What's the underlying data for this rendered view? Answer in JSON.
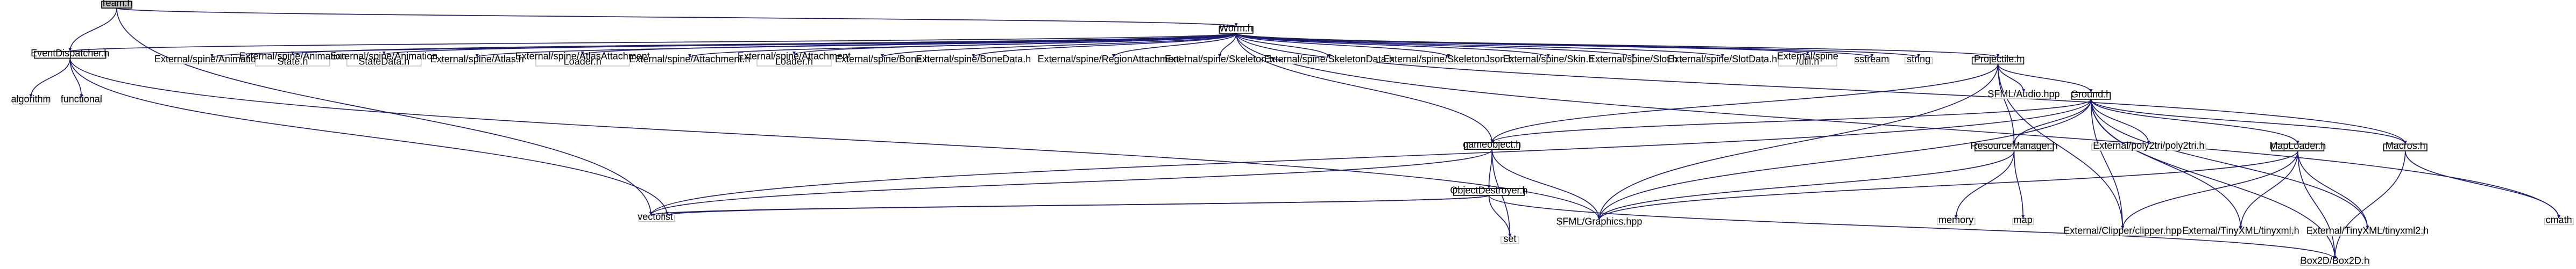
{
  "nodes": [
    {
      "id": "team_h",
      "lines": [
        "Team.h"
      ],
      "kind": "root"
    },
    {
      "id": "worm_h",
      "lines": [
        "Worm.h"
      ]
    },
    {
      "id": "eventdispatcher_h",
      "lines": [
        "EventDispatcher.h"
      ]
    },
    {
      "id": "algorithm",
      "lines": [
        "algorithm"
      ],
      "kind": "ghost"
    },
    {
      "id": "functional",
      "lines": [
        "functional"
      ],
      "kind": "ghost"
    },
    {
      "id": "list",
      "lines": [
        "list"
      ],
      "kind": "ghost"
    },
    {
      "id": "vector",
      "lines": [
        "vector"
      ],
      "kind": "ghost"
    },
    {
      "id": "spine_animation",
      "lines": [
        "External/spine/Animation.h"
      ],
      "kind": "ghost"
    },
    {
      "id": "spine_animationstate",
      "lines": [
        "External/spine/Animation",
        "State.h"
      ],
      "kind": "ghost"
    },
    {
      "id": "spine_animationstatedata",
      "lines": [
        "External/spine/Animation",
        "StateData.h"
      ],
      "kind": "ghost"
    },
    {
      "id": "spine_atlas",
      "lines": [
        "External/spine/Atlas.h"
      ],
      "kind": "ghost"
    },
    {
      "id": "spine_atlasattachmentloader",
      "lines": [
        "External/spine/AtlasAttachment",
        "Loader.h"
      ],
      "kind": "ghost"
    },
    {
      "id": "spine_attachment",
      "lines": [
        "External/spine/Attachment.h"
      ],
      "kind": "ghost"
    },
    {
      "id": "spine_attachmentloader",
      "lines": [
        "External/spine/Attachment",
        "Loader.h"
      ],
      "kind": "ghost"
    },
    {
      "id": "spine_bone",
      "lines": [
        "External/spine/Bone.h"
      ],
      "kind": "ghost"
    },
    {
      "id": "spine_bonedata",
      "lines": [
        "External/spine/BoneData.h"
      ],
      "kind": "ghost"
    },
    {
      "id": "spine_regionattachment",
      "lines": [
        "External/spine/RegionAttachment.h"
      ],
      "kind": "ghost"
    },
    {
      "id": "spine_skeleton",
      "lines": [
        "External/spine/Skeleton.h"
      ],
      "kind": "ghost"
    },
    {
      "id": "spine_skeletondata",
      "lines": [
        "External/spine/SkeletonData.h"
      ],
      "kind": "ghost"
    },
    {
      "id": "spine_skeletonjson",
      "lines": [
        "External/spine/SkeletonJson.h"
      ],
      "kind": "ghost"
    },
    {
      "id": "spine_skin",
      "lines": [
        "External/spine/Skin.h"
      ],
      "kind": "ghost"
    },
    {
      "id": "spine_slot",
      "lines": [
        "External/spine/Slot.h"
      ],
      "kind": "ghost"
    },
    {
      "id": "spine_slotdata",
      "lines": [
        "External/spine/SlotData.h"
      ],
      "kind": "ghost"
    },
    {
      "id": "spine_util",
      "lines": [
        "External/spine",
        "/util.h"
      ],
      "kind": "ghost"
    },
    {
      "id": "sstream",
      "lines": [
        "sstream"
      ],
      "kind": "ghost"
    },
    {
      "id": "string",
      "lines": [
        "string"
      ],
      "kind": "ghost"
    },
    {
      "id": "projectile_h",
      "lines": [
        "Projectile.h"
      ]
    },
    {
      "id": "macros_h",
      "lines": [
        "Macros.h"
      ]
    },
    {
      "id": "sfml_audio",
      "lines": [
        "SFML/Audio.hpp"
      ],
      "kind": "ghost"
    },
    {
      "id": "ground_h",
      "lines": [
        "Ground.h"
      ]
    },
    {
      "id": "gameobject_h",
      "lines": [
        "gameobject.h"
      ]
    },
    {
      "id": "sfml_graphics",
      "lines": [
        "SFML/Graphics.hpp"
      ],
      "kind": "ghost"
    },
    {
      "id": "resourcemanager_h",
      "lines": [
        "ResourceManager.h"
      ]
    },
    {
      "id": "poly2tri",
      "lines": [
        "External/poly2tri/poly2tri.h"
      ],
      "kind": "ghost"
    },
    {
      "id": "maploader_h",
      "lines": [
        "MapLoader.h"
      ]
    },
    {
      "id": "memory",
      "lines": [
        "memory"
      ],
      "kind": "ghost"
    },
    {
      "id": "map",
      "lines": [
        "map"
      ],
      "kind": "ghost"
    },
    {
      "id": "clipper",
      "lines": [
        "External/Clipper/clipper.hpp"
      ],
      "kind": "ghost"
    },
    {
      "id": "tinyxml_h",
      "lines": [
        "External/TinyXML/tinyxml.h"
      ],
      "kind": "ghost"
    },
    {
      "id": "tinyxml_cpp",
      "lines": [
        "External/TinyXML/tinyxml2.h"
      ],
      "kind": "ghost"
    },
    {
      "id": "objectdestroyer_h",
      "lines": [
        "ObjectDestroyer.h"
      ]
    },
    {
      "id": "set",
      "lines": [
        "set"
      ],
      "kind": "ghost"
    },
    {
      "id": "box2d",
      "lines": [
        "Box2D/Box2D.h"
      ],
      "kind": "ghost"
    },
    {
      "id": "cmath",
      "lines": [
        "cmath"
      ],
      "kind": "ghost"
    }
  ],
  "edges": [
    [
      "team_h",
      "worm_h"
    ],
    [
      "team_h",
      "eventdispatcher_h"
    ],
    [
      "team_h",
      "vector"
    ],
    [
      "worm_h",
      "eventdispatcher_h"
    ],
    [
      "worm_h",
      "spine_animation"
    ],
    [
      "worm_h",
      "spine_animationstate"
    ],
    [
      "worm_h",
      "spine_animationstatedata"
    ],
    [
      "worm_h",
      "spine_atlas"
    ],
    [
      "worm_h",
      "spine_atlasattachmentloader"
    ],
    [
      "worm_h",
      "spine_attachment"
    ],
    [
      "worm_h",
      "spine_attachmentloader"
    ],
    [
      "worm_h",
      "spine_bone"
    ],
    [
      "worm_h",
      "spine_bonedata"
    ],
    [
      "worm_h",
      "spine_regionattachment"
    ],
    [
      "worm_h",
      "spine_skeleton"
    ],
    [
      "worm_h",
      "spine_skeletondata"
    ],
    [
      "worm_h",
      "spine_skeletonjson"
    ],
    [
      "worm_h",
      "spine_skin"
    ],
    [
      "worm_h",
      "spine_slot"
    ],
    [
      "worm_h",
      "spine_slotdata"
    ],
    [
      "worm_h",
      "spine_util"
    ],
    [
      "worm_h",
      "sstream"
    ],
    [
      "worm_h",
      "string"
    ],
    [
      "worm_h",
      "projectile_h"
    ],
    [
      "worm_h",
      "gameobject_h"
    ],
    [
      "worm_h",
      "macros_h"
    ],
    [
      "worm_h",
      "cmath"
    ],
    [
      "eventdispatcher_h",
      "algorithm"
    ],
    [
      "eventdispatcher_h",
      "functional"
    ],
    [
      "eventdispatcher_h",
      "list"
    ],
    [
      "eventdispatcher_h",
      "sfml_graphics"
    ],
    [
      "projectile_h",
      "sfml_audio"
    ],
    [
      "projectile_h",
      "ground_h"
    ],
    [
      "projectile_h",
      "gameobject_h"
    ],
    [
      "projectile_h",
      "sfml_graphics"
    ],
    [
      "projectile_h",
      "resourcemanager_h"
    ],
    [
      "projectile_h",
      "clipper"
    ],
    [
      "ground_h",
      "gameobject_h"
    ],
    [
      "ground_h",
      "sfml_graphics"
    ],
    [
      "ground_h",
      "resourcemanager_h"
    ],
    [
      "ground_h",
      "poly2tri"
    ],
    [
      "ground_h",
      "maploader_h"
    ],
    [
      "ground_h",
      "clipper"
    ],
    [
      "ground_h",
      "tinyxml_h"
    ],
    [
      "ground_h",
      "tinyxml_cpp"
    ],
    [
      "ground_h",
      "macros_h"
    ],
    [
      "ground_h",
      "box2d"
    ],
    [
      "ground_h",
      "vector"
    ],
    [
      "gameobject_h",
      "sfml_graphics"
    ],
    [
      "gameobject_h",
      "objectdestroyer_h"
    ],
    [
      "gameobject_h",
      "vector"
    ],
    [
      "gameobject_h",
      "set"
    ],
    [
      "resourcemanager_h",
      "memory"
    ],
    [
      "resourcemanager_h",
      "map"
    ],
    [
      "resourcemanager_h",
      "sfml_graphics"
    ],
    [
      "maploader_h",
      "sfml_graphics"
    ],
    [
      "maploader_h",
      "tinyxml_h"
    ],
    [
      "maploader_h",
      "tinyxml_cpp"
    ],
    [
      "maploader_h",
      "box2d"
    ],
    [
      "maploader_h",
      "clipper"
    ],
    [
      "objectdestroyer_h",
      "list"
    ],
    [
      "objectdestroyer_h",
      "vector"
    ],
    [
      "objectdestroyer_h",
      "set"
    ],
    [
      "objectdestroyer_h",
      "box2d"
    ],
    [
      "macros_h",
      "box2d"
    ],
    [
      "macros_h",
      "cmath"
    ]
  ]
}
